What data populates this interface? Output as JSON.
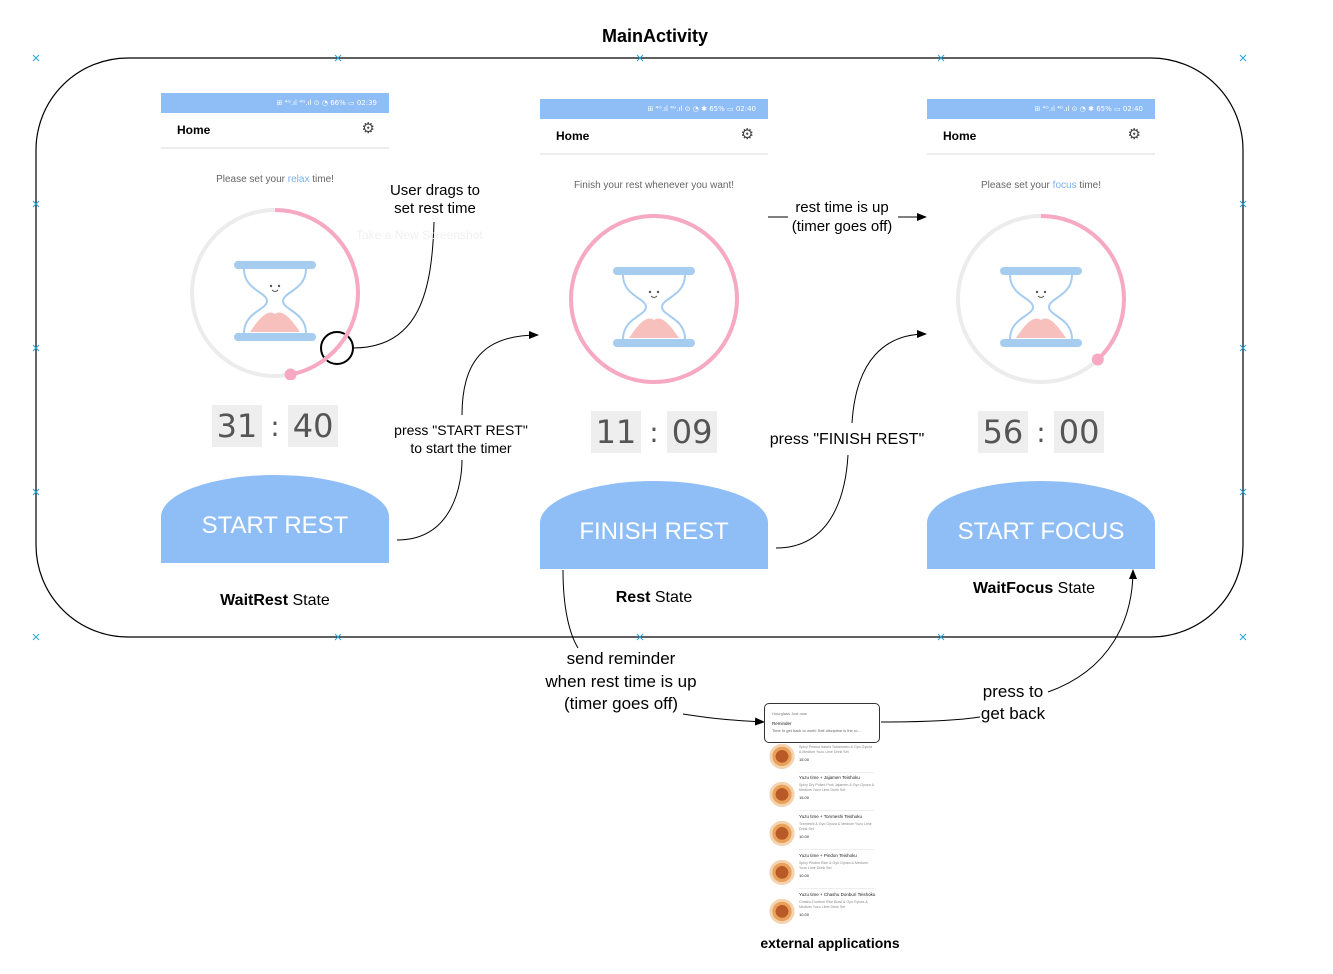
{
  "diagram": {
    "title": "MainActivity",
    "external_label": "external applications"
  },
  "screens": [
    {
      "status": "⊞ ⁴ᴳ.ıl ⁴ᴳ.ıl   ⊙ ◔ 66% ▭ 02:39",
      "appbar_title": "Home",
      "prompt_before": "Please set your ",
      "prompt_highlight": "relax",
      "prompt_after": " time!",
      "minutes": "31",
      "seconds": "40",
      "action_label": "START REST",
      "state_bold": "WaitRest",
      "state_rest": " State"
    },
    {
      "status": "⊞ ⁴ᴳ.ıl ⁴ᴳ.ıl   ⊙ ◔ ✱ 65% ▭ 02:40",
      "appbar_title": "Home",
      "prompt_text": "Finish your rest whenever you want!",
      "minutes": "11",
      "seconds": "09",
      "action_label": "FINISH REST",
      "state_bold": "Rest",
      "state_rest": " State"
    },
    {
      "status": "⊞ ⁴ᴳ.ıl ⁴ᴳ.ıl   ⊙ ◔ ✱ 65% ▭ 02:40",
      "appbar_title": "Home",
      "prompt_before": "Please set your ",
      "prompt_highlight": "focus",
      "prompt_after": " time!",
      "minutes": "56",
      "seconds": "00",
      "action_label": "START FOCUS",
      "state_bold": "WaitFocus",
      "state_rest": " State"
    }
  ],
  "annotations": {
    "drag": [
      "User drags to",
      "set rest time"
    ],
    "start_rest": [
      "press \"START REST\"",
      "to start the timer"
    ],
    "rest_up": [
      "rest time is up",
      "(timer goes off)"
    ],
    "finish_rest": "press \"FINISH REST\"",
    "reminder": [
      "send reminder",
      "when rest time is up",
      "(timer goes off)"
    ],
    "get_back": [
      "press to",
      "get back"
    ]
  },
  "faded_text": "Take a New Screenshot",
  "notification": {
    "app": "Hourglass  Just now",
    "title": "Reminder",
    "body": "Time to get back to work! Self discipline is the ro..."
  },
  "menu_items": [
    {
      "name": "Yuzu time + Tantanmen Teishoku",
      "desc": "Spicy Peanut based Tantanmen & Gyo Gyoza & Medium Yuzu Lime Drink Set",
      "price": "15.00"
    },
    {
      "name": "Yuzu time + Jajamen Teishoku",
      "desc": "Spicy Dry Pulled Pork Jajamen & Gyo Gyoza & Medium Yuzu Lime Drink Set",
      "price": "15.00"
    },
    {
      "name": "Yuzu time + Tonmeshi Teishoku",
      "desc": "Tonmeshi & Gyo Gyoza & Medium Yuzu Lime Drink Set",
      "price": "10.00"
    },
    {
      "name": "Yuzu time + Pindon Teishoku",
      "desc": "Spicy Pindon Rice & Gyo Gyoza & Medium Yuzu Lime Drink Set",
      "price": "10.00"
    },
    {
      "name": "Yuzu time + Chashu Donburi Teishoku",
      "desc": "Chashu Donburi Rice Bowl & Gyo Gyoza & Medium Yuzu Lime Drink Set",
      "price": "10.00"
    }
  ],
  "colors": {
    "accent_blue": "#8fbdf5",
    "progress_pink": "#f7a8c2",
    "track_gray": "#ececec",
    "hourglass_blue": "#a6ccf0"
  },
  "dial_progress": [
    0.47,
    1.0,
    0.38
  ]
}
